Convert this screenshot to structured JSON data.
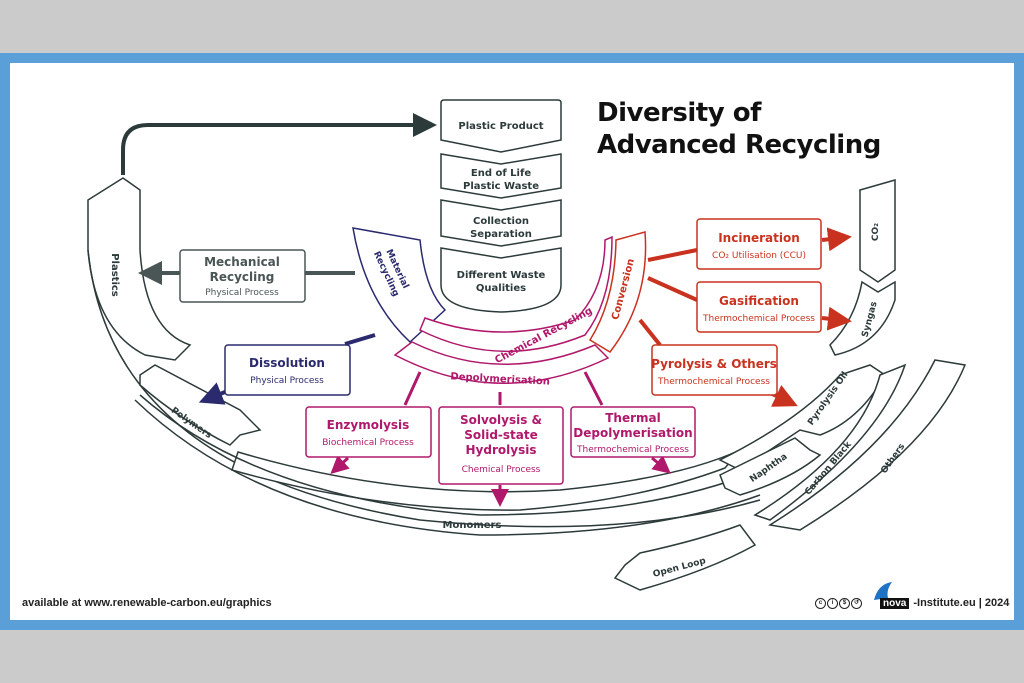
{
  "title": {
    "line1": "Diversity of",
    "line2": "Advanced Recycling"
  },
  "colors": {
    "outline": "#2d3a3a",
    "material": "#2b2a6e",
    "chemical": "#b0186b",
    "conversion": "#c8321e",
    "mechanical": "#4a5555",
    "frame": "#5a9fd8"
  },
  "chain": [
    {
      "lines": [
        "Plastic Product"
      ]
    },
    {
      "lines": [
        "End of Life",
        "Plastic Waste"
      ]
    },
    {
      "lines": [
        "Collection",
        "Separation"
      ]
    },
    {
      "lines": [
        "Different Waste",
        "Qualities"
      ]
    }
  ],
  "segments": {
    "material": {
      "lines": [
        "Material",
        "Recycling"
      ]
    },
    "chemical": "Chemical Recycling",
    "conversion": "Conversion",
    "depolymerisation": "Depolymerisation"
  },
  "processes": {
    "mechanical": {
      "title": [
        "Mechanical",
        "Recycling"
      ],
      "sub": "Physical Process"
    },
    "dissolution": {
      "title": [
        "Dissolution"
      ],
      "sub": "Physical Process"
    },
    "enzymolysis": {
      "title": [
        "Enzymolysis"
      ],
      "sub": "Biochemical Process"
    },
    "solvolysis": {
      "title": [
        "Solvolysis &",
        "Solid-state",
        "Hydrolysis"
      ],
      "sub": "Chemical Process"
    },
    "thermal": {
      "title": [
        "Thermal",
        "Depolymerisation"
      ],
      "sub": "Thermochemical Process"
    },
    "incineration": {
      "title": [
        "Incineration"
      ],
      "sub": "CO₂ Utilisation (CCU)"
    },
    "gasification": {
      "title": [
        "Gasification"
      ],
      "sub": "Thermochemical Process"
    },
    "pyrolysis": {
      "title": [
        "Pyrolysis & Others"
      ],
      "sub": "Thermochemical Process"
    }
  },
  "outputs": {
    "plastics": "Plastics",
    "polymers": "Polymers",
    "monomers": "Monomers",
    "co2": "CO₂",
    "syngas": "Syngas",
    "pyrolysis_oil": "Pyrolysis Oil",
    "naphtha": "Naphtha",
    "carbon_black": "Carbon Black",
    "others": "Others",
    "open_loop": "Open Loop"
  },
  "footer": {
    "source": "available at www.renewable-carbon.eu/graphics",
    "license_icons": [
      "cc",
      "by",
      "nc",
      "sa"
    ],
    "brand": "nova",
    "brand_suffix": "-Institute.eu | 2024"
  }
}
